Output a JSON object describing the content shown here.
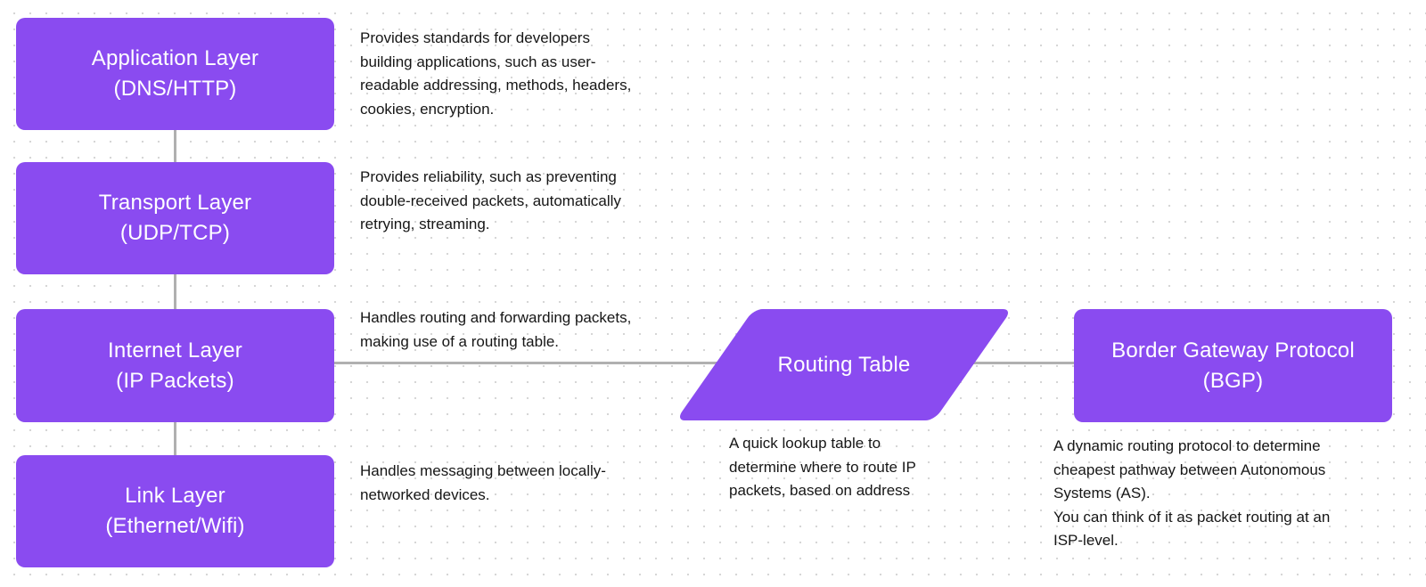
{
  "colors": {
    "node_fill": "#8a4bf0",
    "node_text": "#ffffff",
    "connector": "#b0b0b0",
    "description_text": "#161616",
    "background": "#ffffff",
    "background_dot": "#d6d6d6"
  },
  "layers": [
    {
      "title": "Application Layer\n(DNS/HTTP)",
      "description": "Provides standards for developers\nbuilding applications, such as user-\nreadable addressing, methods, headers,\ncookies, encryption."
    },
    {
      "title": "Transport Layer\n(UDP/TCP)",
      "description": "Provides reliability, such as preventing\ndouble-received packets, automatically\nretrying, streaming."
    },
    {
      "title": "Internet Layer\n(IP Packets)",
      "description": "Handles routing and forwarding packets,\nmaking use of a routing table."
    },
    {
      "title": "Link Layer\n(Ethernet/Wifi)",
      "description": "Handles messaging between locally-\nnetworked devices."
    }
  ],
  "routing_table": {
    "title": "Routing Table",
    "description": "A quick lookup table to\ndetermine where to route IP\npackets, based on address"
  },
  "bgp": {
    "title": "Border Gateway Protocol\n(BGP)",
    "description": "A dynamic routing protocol to determine\ncheapest pathway between Autonomous\nSystems (AS).\nYou can think of it as packet routing at an\nISP-level."
  }
}
